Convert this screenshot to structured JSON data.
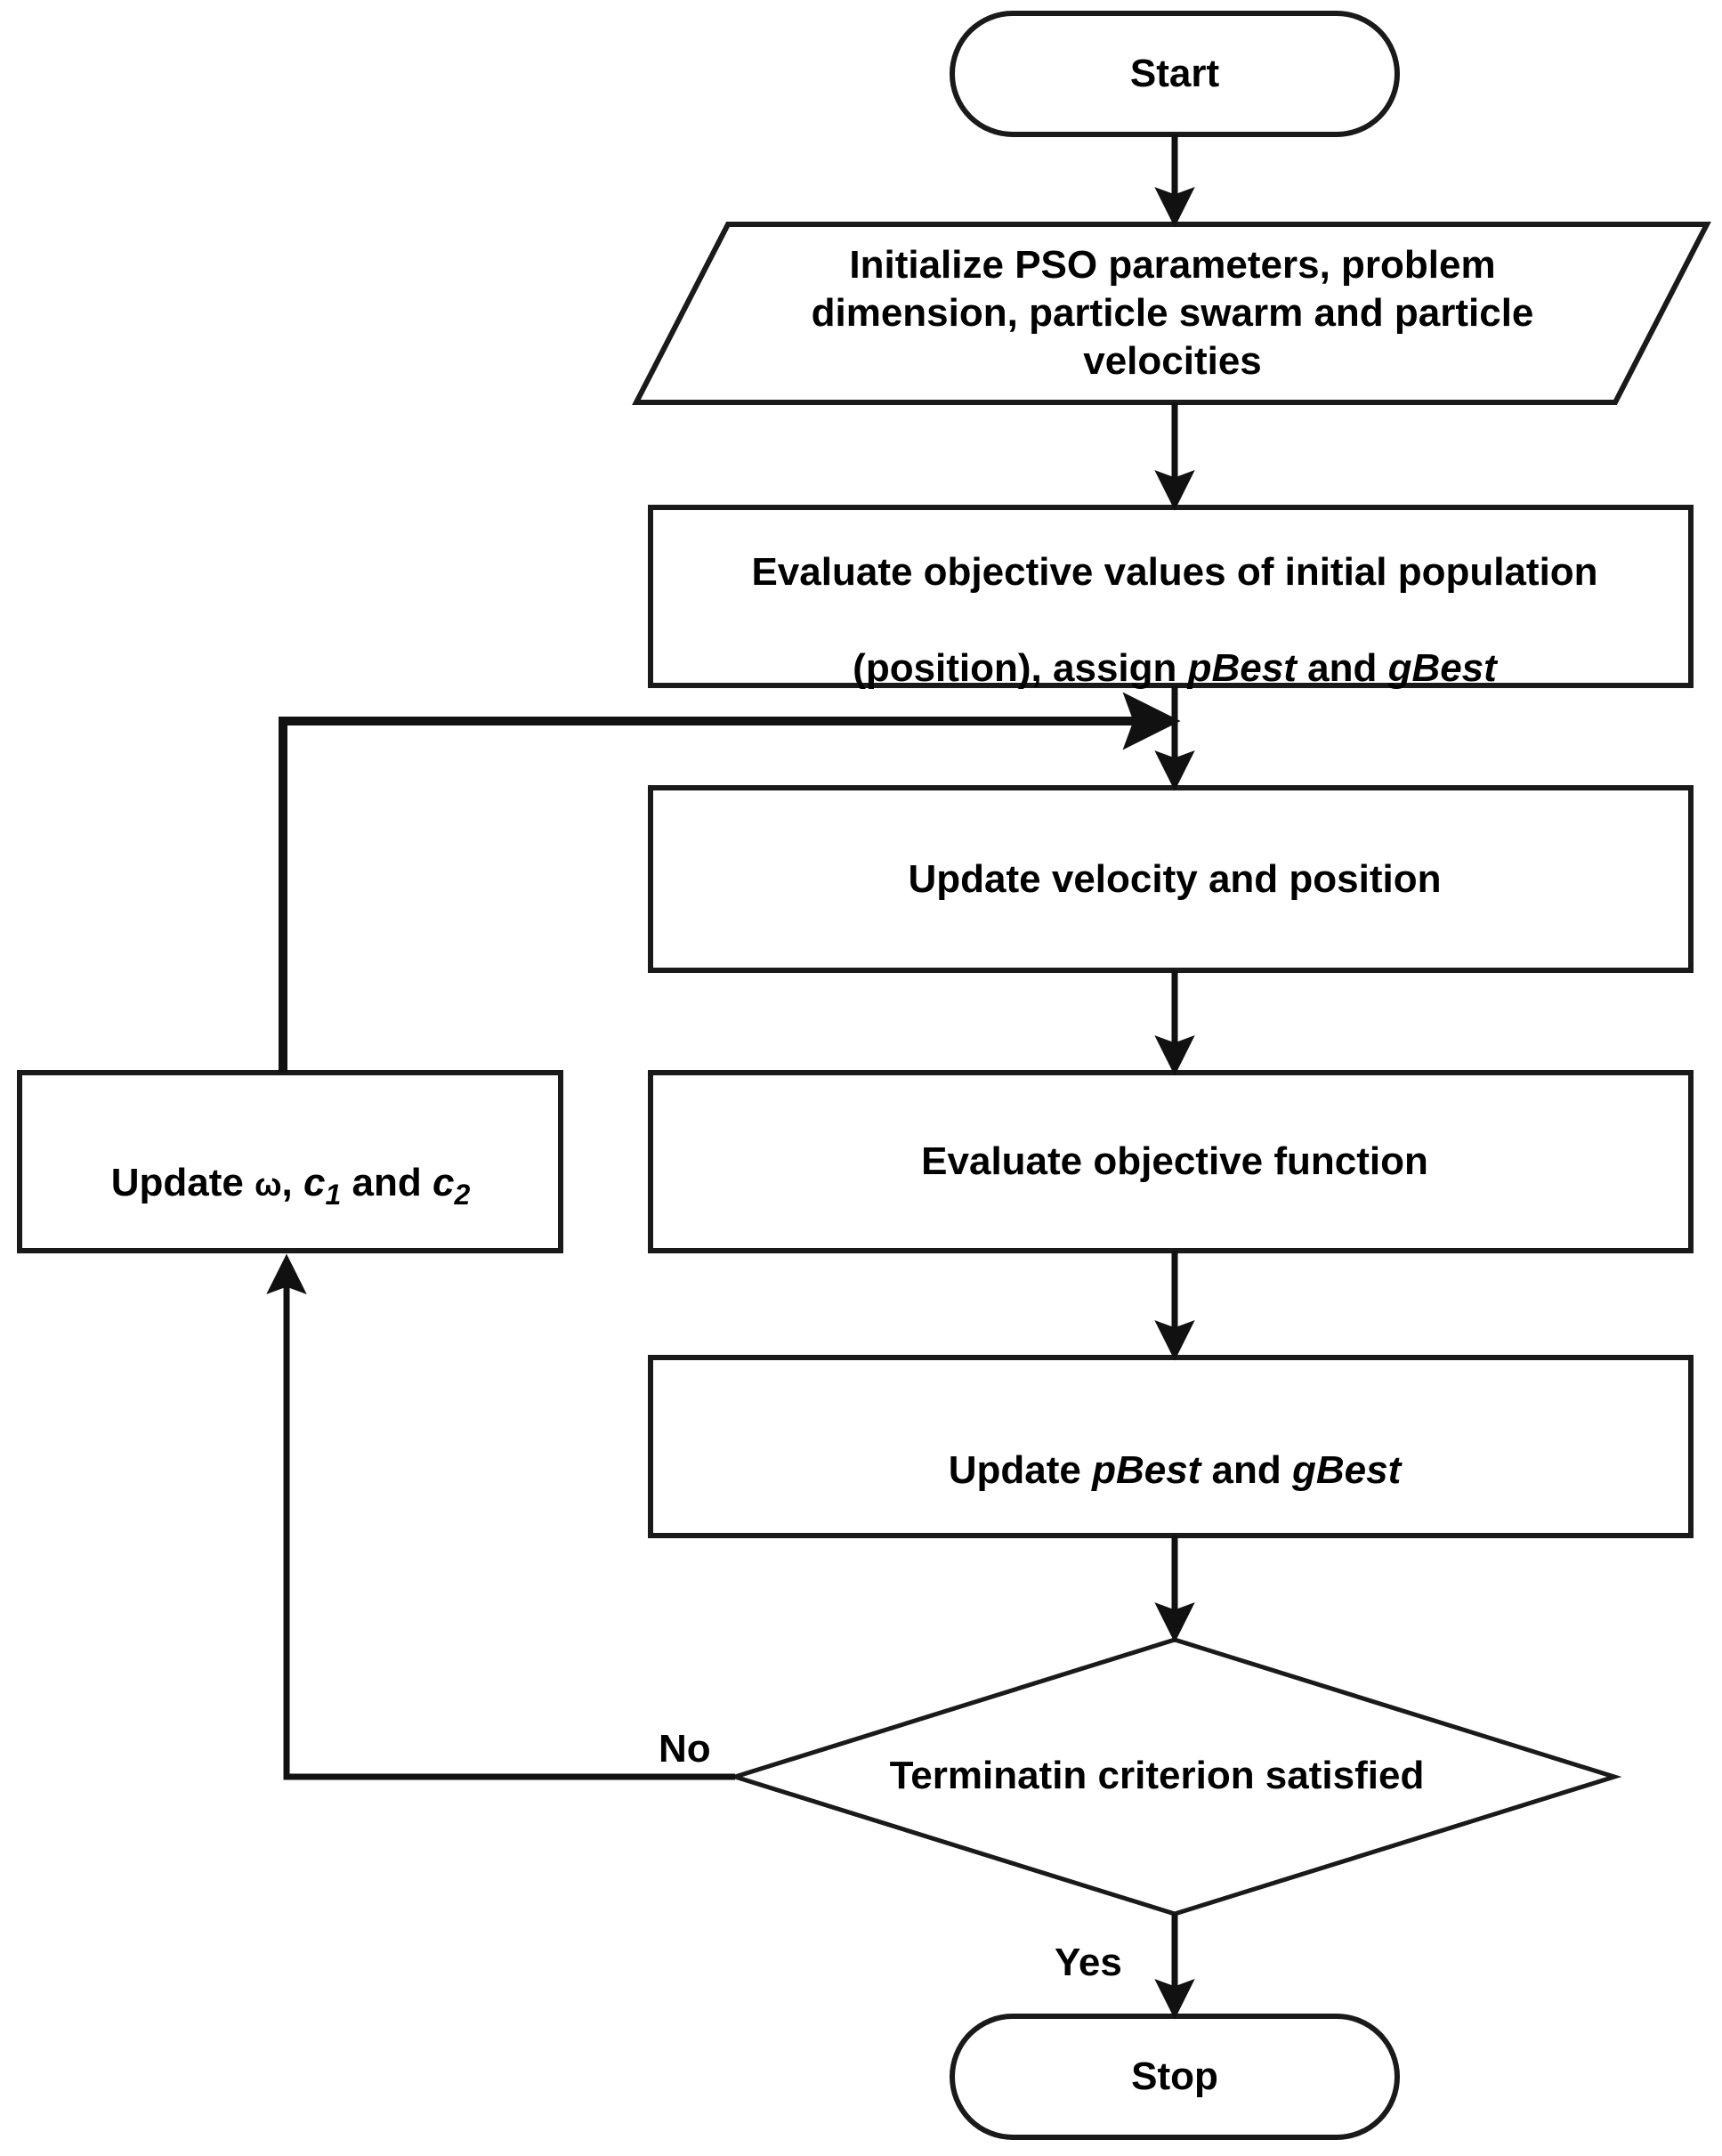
{
  "diagram": {
    "title": "PSO algorithm flowchart",
    "colors": {
      "stroke": "#1a1a1a",
      "fill": "#ffffff",
      "text": "#000000"
    },
    "nodes": {
      "start": {
        "label": "Start",
        "shape": "stadium"
      },
      "initialize": {
        "label": "Initialize PSO parameters, problem\ndimension, particle swarm and particle\nvelocities",
        "shape": "parallelogram"
      },
      "evaluate_initial": {
        "line1": "Evaluate objective values of initial population",
        "line2_pre": "(position), assign ",
        "line2_em1": "pBest",
        "line2_mid": " and ",
        "line2_em2": "gBest",
        "shape": "rectangle"
      },
      "update_velocity_position": {
        "label": "Update velocity and position",
        "shape": "rectangle"
      },
      "evaluate_objective": {
        "label": "Evaluate objective function",
        "shape": "rectangle"
      },
      "update_best": {
        "pre": "Update ",
        "em1": "pBest",
        "mid": " and ",
        "em2": "gBest",
        "shape": "rectangle"
      },
      "update_params": {
        "pre": "Update ",
        "omega": "ω",
        "comma": ", ",
        "c1": "c",
        "c1_sub": "1",
        "mid": " and ",
        "c2": "c",
        "c2_sub": "2",
        "shape": "rectangle"
      },
      "termination": {
        "label": "Terminatin criterion satisfied",
        "shape": "diamond"
      },
      "stop": {
        "label": "Stop",
        "shape": "stadium"
      }
    },
    "edge_labels": {
      "no": "No",
      "yes": "Yes"
    }
  }
}
